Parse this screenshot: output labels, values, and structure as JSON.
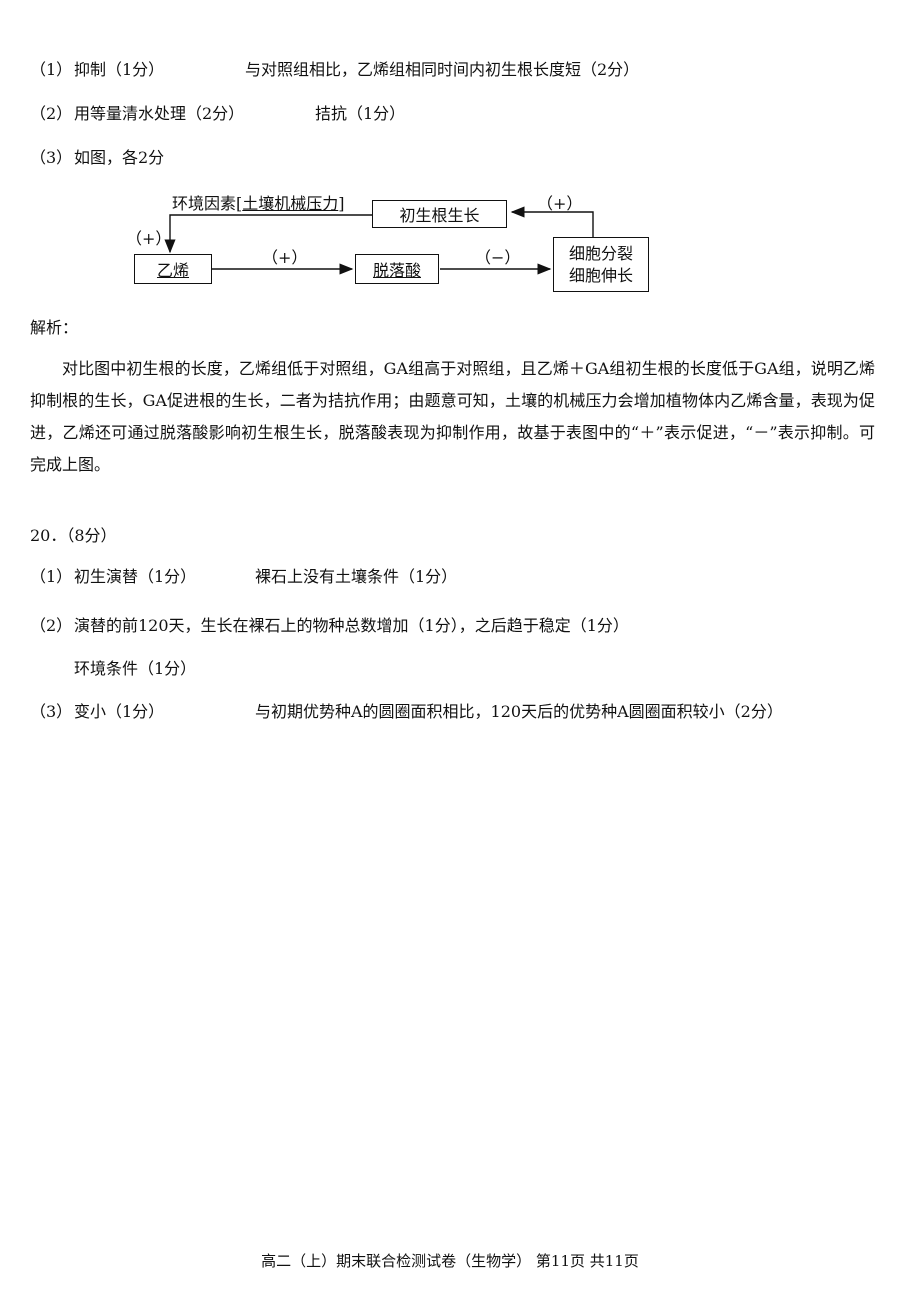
{
  "answers_q19": [
    {
      "no": "（1）",
      "a": "抑制（1分）",
      "b": "与对照组相比，乙烯组相同时间内初生根长度短（2分）"
    },
    {
      "no": "（2）",
      "a": "用等量清水处理（2分）",
      "b": "拮抗（1分）"
    },
    {
      "no": "（3）",
      "a": "如图，各2分"
    }
  ],
  "diagram": {
    "env_prefix": "环境因素[",
    "env_underlined": "土壤机械压力",
    "env_suffix": "]",
    "box_root": "初生根生长",
    "box_ethylene": "乙烯",
    "box_aba": "脱落酸",
    "box_cell_line1": "细胞分裂",
    "box_cell_line2": "细胞伸长",
    "sign_env_to_ethylene": "（+）",
    "sign_ethylene_to_aba": "（+）",
    "sign_aba_to_cell": "（−）",
    "sign_cell_to_root": "（+）"
  },
  "analysis_title": "解析：",
  "analysis_text": "对比图中初生根的长度，乙烯组低于对照组，GA组高于对照组，且乙烯＋GA组初生根的长度低于GA组，说明乙烯抑制根的生长，GA促进根的生长，二者为拮抗作用；由题意可知，土壤的机械压力会增加植物体内乙烯含量，表现为促进，乙烯还可通过脱落酸影响初生根生长，脱落酸表现为抑制作用，故基于表图中的“＋”表示促进，“－”表示抑制。可完成上图。",
  "q20_header": "20．（8分）",
  "answers_q20": [
    {
      "no": "（1）",
      "a": "初生演替（1分）",
      "b": "裸石上没有土壤条件（1分）"
    },
    {
      "no": "（2）",
      "a": "演替的前120天，生长在裸石上的物种总数增加（1分），之后趋于稳定（1分）"
    },
    {
      "a": "环境条件（1分）"
    },
    {
      "no": "（3）",
      "a": "变小（1分）",
      "b": "与初期优势种A的圆圈面积相比，120天后的优势种A圆圈面积较小（2分）"
    }
  ],
  "footer": "高二（上）期末联合检测试卷（生物学） 第11页 共11页"
}
